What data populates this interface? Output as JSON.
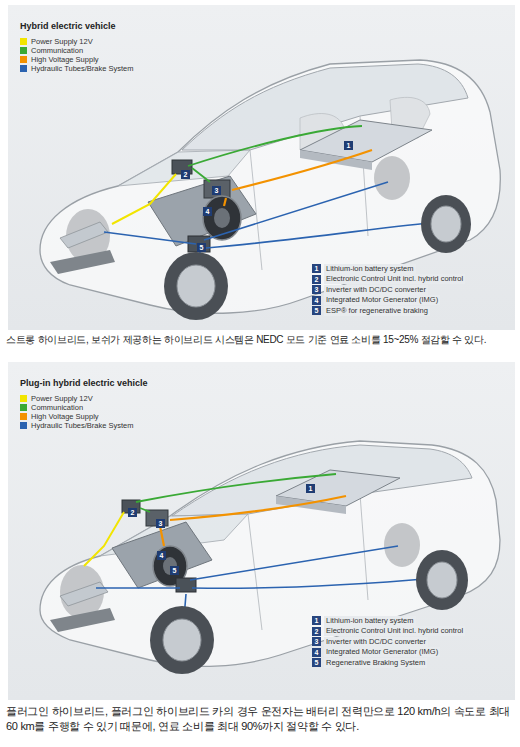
{
  "diagram": {
    "nodes": [
      {
        "text": [
          "Hybrid electric vehicle"
        ]
      },
      {
        "text": [
          "Plug-in hybrid electric vehicle"
        ]
      }
    ],
    "labels": [
      "1",
      "2",
      "3",
      "4",
      "5",
      "1",
      "Lithium-ion battery system",
      "2",
      "Electronic Control Unit incl. hybrid control",
      "3",
      "Inverter with DC/DC converter",
      "4",
      "Integrated Motor Generator (IMG)",
      "5",
      "ESP® for regenerative braking",
      "스트롱 하이브리드, 보쉬가 제공하는 하이브리드 시스템은 NEDC 모드 기준 연료 소비를 15~25% 절감할 수 있다.",
      "1",
      "2",
      "3",
      "4",
      "5",
      "1",
      "Lithium-ion battery system",
      "2",
      "Electronic Control Unit incl. hybrid control",
      "3",
      "Inverter with DC/DC converter",
      "4",
      "Integrated Motor Generator (IMG)",
      "5",
      "Regenerative Braking System",
      "플러그인 하이브리드, 플러그인 하이브리드 카의 경우 운전자는 배터리 전력만으로 120 km/h의 속도로 최대 60 km를 주행할 수 있기 때문에, 연료 소비를 최대 90%까지 절약할 수 있다."
    ],
    "legend": [
      {
        "text": "Power Supply 12V",
        "color": "#f2e500"
      },
      {
        "text": "Communication",
        "color": "#3aa935"
      },
      {
        "text": "High Voltage Supply",
        "color": "#f39200"
      },
      {
        "text": "Hydraulic Tubes/Brake System",
        "color": "#2b63b0"
      },
      {
        "text": "Power Supply 12V",
        "color": "#f2e500"
      },
      {
        "text": "Communication",
        "color": "#3aa935"
      },
      {
        "text": "High Voltage Supply",
        "color": "#f39200"
      },
      {
        "text": "Hydraulic Tubes/Brake System",
        "color": "#2b63b0"
      }
    ]
  }
}
